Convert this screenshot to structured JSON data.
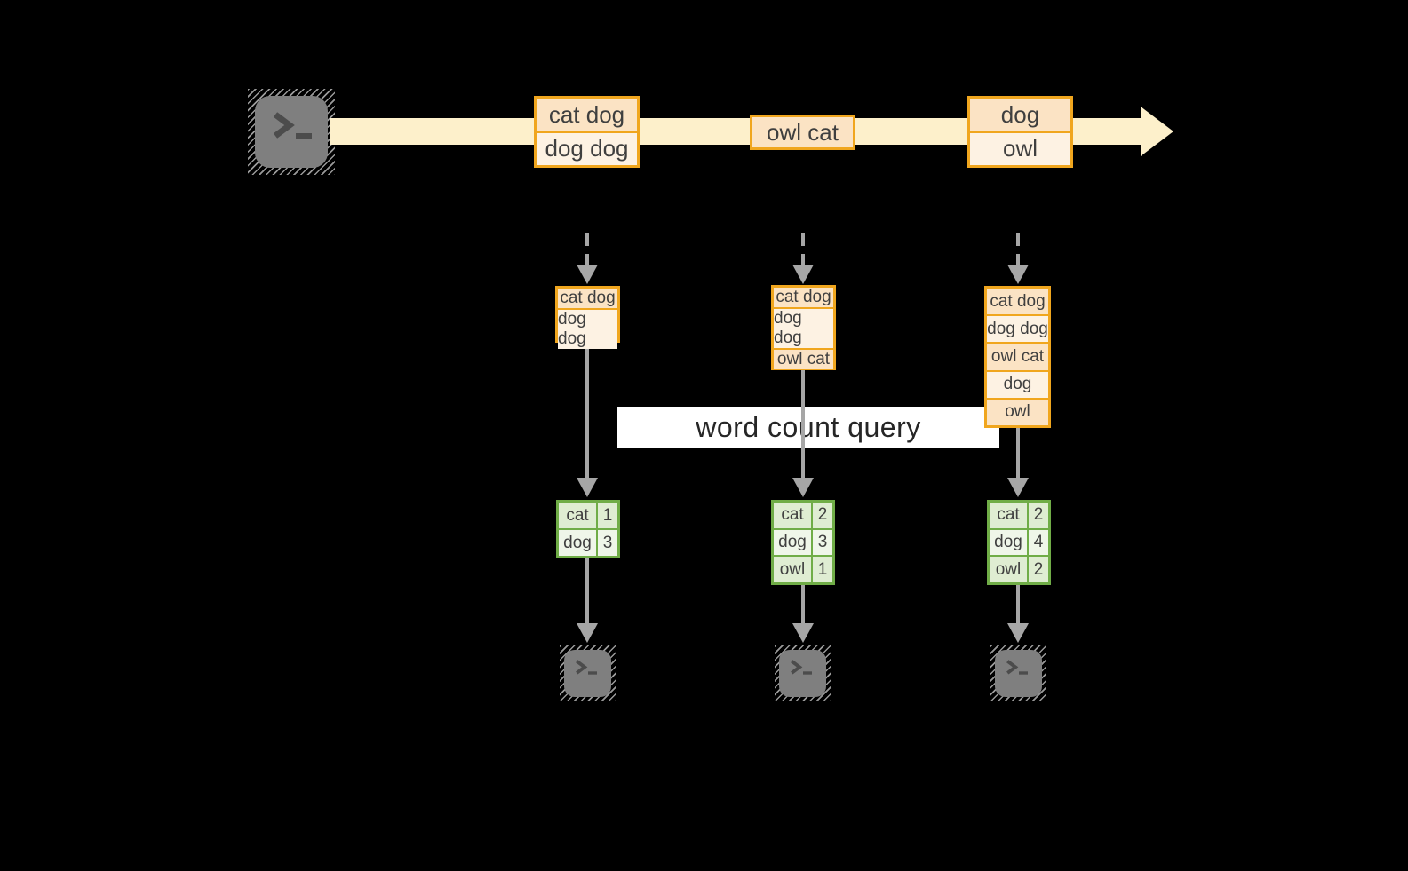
{
  "colors": {
    "bg": "#000000",
    "stream_fill": "#fdf0cb",
    "orange_border": "#f0a61e",
    "orange_dark": "#fbe3c4",
    "orange_light": "#fdf2e3",
    "green_border": "#70ad47",
    "green_dark": "#dfedd2",
    "green_light": "#eff6e9",
    "line_gray": "#a6a6a6",
    "icon_gray": "#7f7f7f",
    "glyph_gray": "#4c4c4c",
    "hatch_gray": "#999999",
    "text_dark": "#3f3f3f",
    "query_text": "#262626"
  },
  "icons": {
    "source": "terminal-icon",
    "sink": "terminal-icon"
  },
  "query": {
    "label": "word count query"
  },
  "stream": {
    "batches": [
      {
        "records": [
          "cat dog",
          "dog dog"
        ]
      },
      {
        "records": [
          "owl cat"
        ]
      },
      {
        "records": [
          "dog",
          "owl"
        ]
      }
    ]
  },
  "micro_batches": [
    {
      "records": [
        "cat dog",
        "dog dog"
      ]
    },
    {
      "records": [
        "cat dog",
        "dog dog",
        "owl cat"
      ]
    },
    {
      "records": [
        "cat dog",
        "dog dog",
        "owl cat",
        "dog",
        "owl"
      ]
    }
  ],
  "result_tables": [
    {
      "rows": [
        [
          "cat",
          "1"
        ],
        [
          "dog",
          "3"
        ]
      ]
    },
    {
      "rows": [
        [
          "cat",
          "2"
        ],
        [
          "dog",
          "3"
        ],
        [
          "owl",
          "1"
        ]
      ]
    },
    {
      "rows": [
        [
          "cat",
          "2"
        ],
        [
          "dog",
          "4"
        ],
        [
          "owl",
          "2"
        ]
      ]
    }
  ]
}
